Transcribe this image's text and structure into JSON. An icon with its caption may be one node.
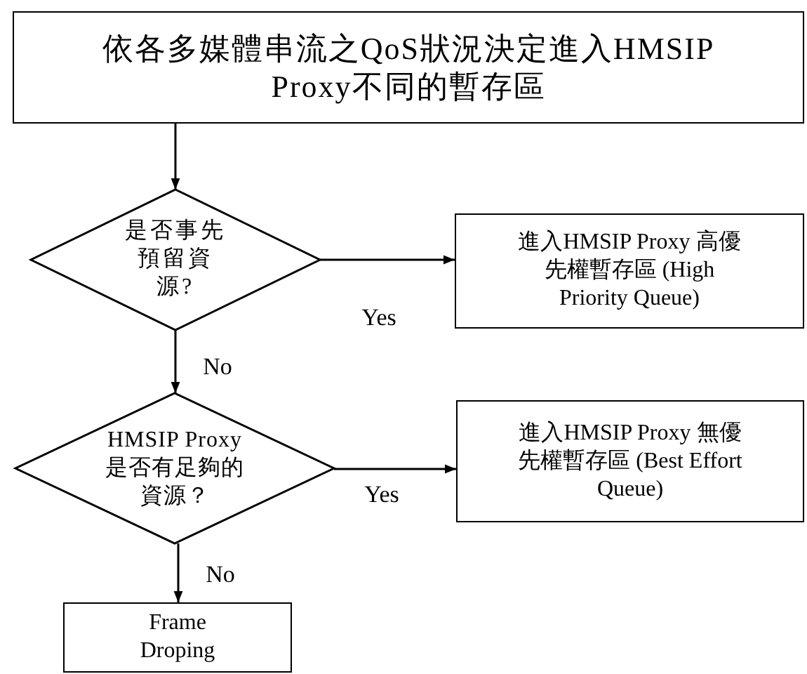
{
  "diagram": {
    "nodes": [
      {
        "text": [
          "依各多媒體串流之QoS狀況決定進入HMSIP Proxy不同的暫存區"
        ]
      },
      {
        "text": [
          "是否事先預留資源?"
        ]
      },
      {
        "text": [
          "進入HMSIP Proxy 高優先權暫存區 (High Priority Queue)"
        ]
      },
      {
        "text": [
          "HMSIP Proxy是否有足夠的資源？"
        ]
      },
      {
        "text": [
          "進入HMSIP Proxy 無優先權暫存區 (Best Effort Queue)"
        ]
      },
      {
        "text": [
          "Frame Droping"
        ]
      }
    ],
    "edges": [
      {
        "from": 0,
        "to": 1,
        "arrow": "to"
      },
      {
        "from": 1,
        "to": 2,
        "arrow": "to",
        "label": "Yes"
      },
      {
        "from": 1,
        "to": 3,
        "arrow": "to",
        "label": "No"
      },
      {
        "from": 3,
        "to": 4,
        "arrow": "to",
        "label": "Yes"
      },
      {
        "from": 3,
        "to": 5,
        "arrow": "to",
        "label": "No"
      }
    ]
  }
}
